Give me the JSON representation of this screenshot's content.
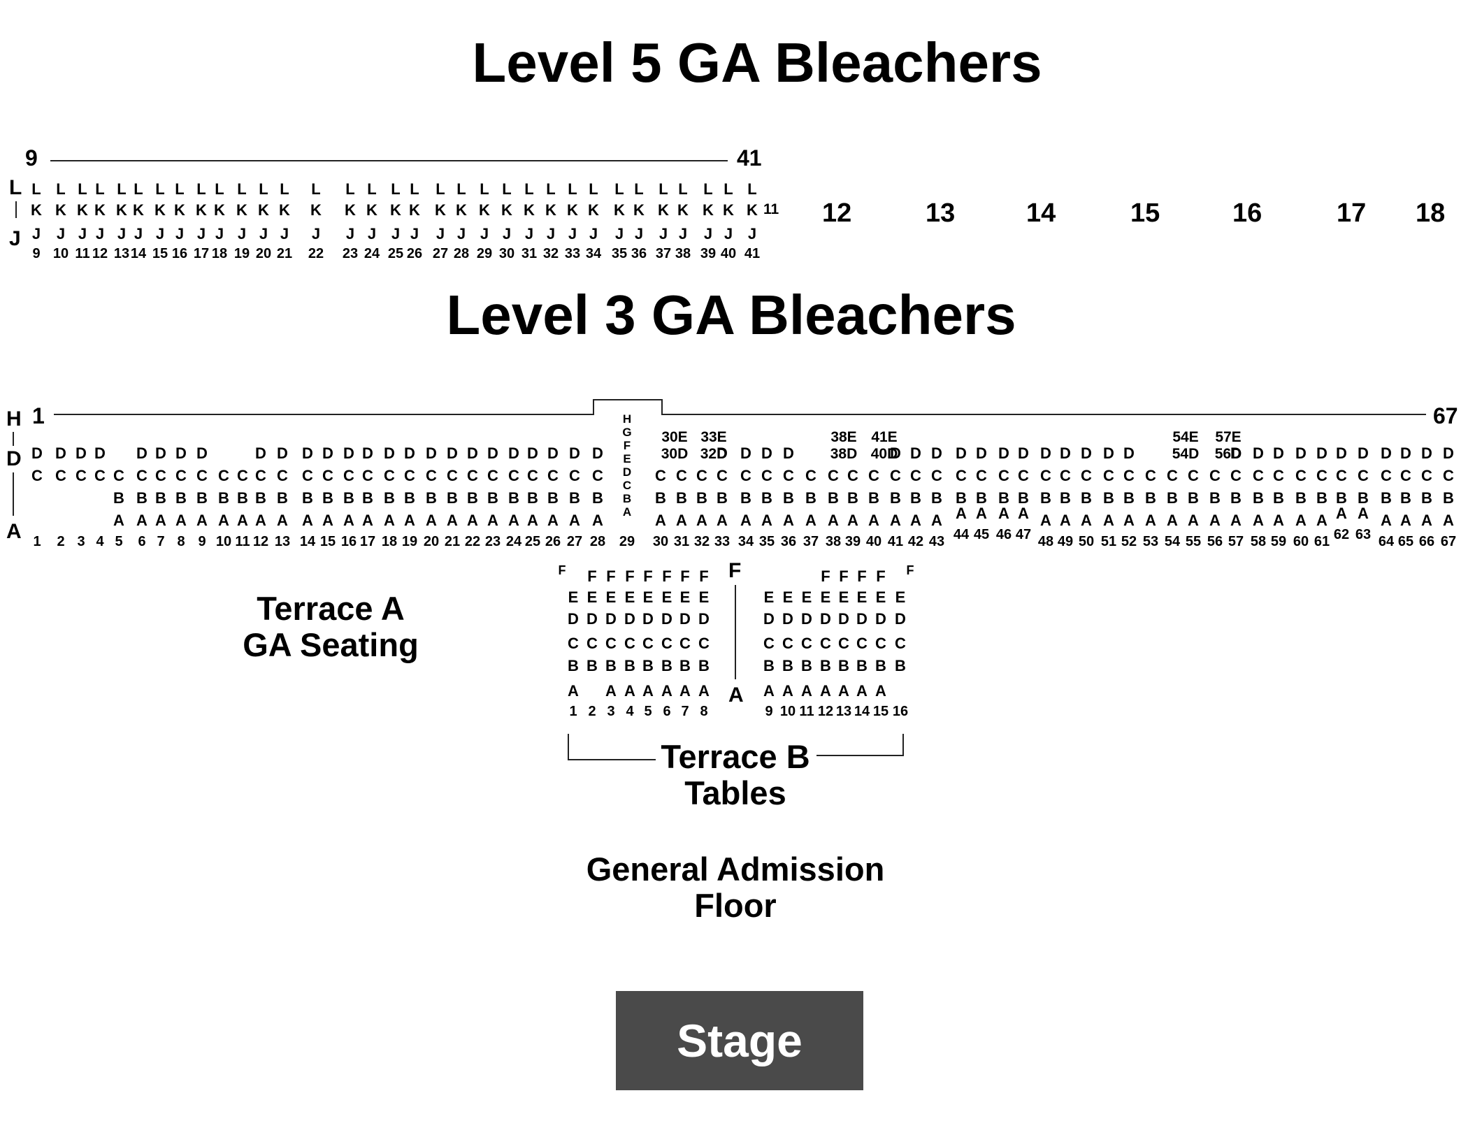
{
  "level5": {
    "title": "Level 5 GA Bleachers",
    "range_start": "9",
    "range_end": "41",
    "rows_top": "L",
    "rows_bottom": "J",
    "row_letters": [
      "L",
      "K",
      "J"
    ],
    "seats": [
      "9",
      "10",
      "11",
      "12",
      "13",
      "14",
      "15",
      "16",
      "17",
      "18",
      "19",
      "20",
      "21",
      "22",
      "23",
      "24",
      "25",
      "26",
      "27",
      "28",
      "29",
      "30",
      "31",
      "32",
      "33",
      "34",
      "35",
      "36",
      "37",
      "38",
      "39",
      "40",
      "41"
    ],
    "side_label": "11",
    "sections": [
      "12",
      "13",
      "14",
      "15",
      "16",
      "17",
      "18"
    ]
  },
  "level3": {
    "title": "Level 3 GA Bleachers",
    "range_start": "1",
    "range_end": "67",
    "rows_top": "H",
    "rows_mid": "D",
    "rows_bottom": "A",
    "seats": [
      "1",
      "2",
      "3",
      "4",
      "5",
      "6",
      "7",
      "8",
      "9",
      "10",
      "11",
      "12",
      "13",
      "14",
      "15",
      "16",
      "17",
      "18",
      "19",
      "20",
      "21",
      "22",
      "23",
      "24",
      "25",
      "26",
      "27",
      "28",
      "29",
      "30",
      "31",
      "32",
      "33",
      "34",
      "35",
      "36",
      "37",
      "38",
      "39",
      "40",
      "41",
      "42",
      "43",
      "44",
      "45",
      "46",
      "47",
      "48",
      "49",
      "50",
      "51",
      "52",
      "53",
      "54",
      "55",
      "56",
      "57",
      "58",
      "59",
      "60",
      "61",
      "62",
      "63",
      "64",
      "65",
      "66",
      "67"
    ],
    "special_column_letters": [
      "H",
      "G",
      "F",
      "E",
      "D",
      "C",
      "B",
      "A"
    ],
    "pair_labels": [
      {
        "top": "30E",
        "bottom": "30D"
      },
      {
        "top": "33E",
        "bottom": "32D"
      },
      {
        "top": "38E",
        "bottom": "38D"
      },
      {
        "top": "41E",
        "bottom": "40D"
      },
      {
        "top": "54E",
        "bottom": "54D"
      },
      {
        "top": "57E",
        "bottom": "56D"
      }
    ],
    "row_letters": [
      "D",
      "C",
      "B",
      "A"
    ]
  },
  "terrace_a": {
    "line1": "Terrace A",
    "line2": "GA Seating"
  },
  "terrace_b": {
    "line1": "Terrace B",
    "line2": "Tables",
    "row_top": "F",
    "row_bottom": "A",
    "row_letters": [
      "F",
      "E",
      "D",
      "C",
      "B",
      "A"
    ],
    "seats": [
      "1",
      "2",
      "3",
      "4",
      "5",
      "6",
      "7",
      "8",
      "9",
      "10",
      "11",
      "12",
      "13",
      "14",
      "15",
      "16"
    ]
  },
  "floor": {
    "line1": "General Admission",
    "line2": "Floor"
  },
  "stage": {
    "label": "Stage"
  }
}
